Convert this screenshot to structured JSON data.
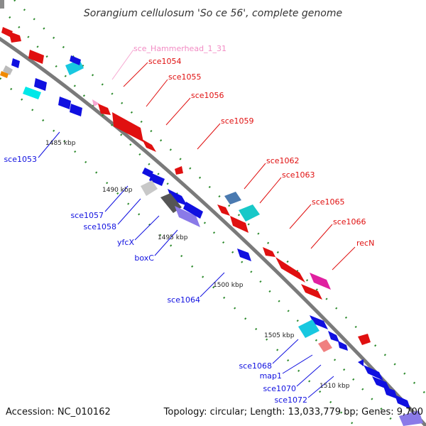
{
  "title": "Sorangium cellulosum 'So ce 56', complete genome",
  "labels_outer": [
    "sce_Hammerhead_1_31",
    "sce1054",
    "sce1055",
    "sce1056",
    "sce1059",
    "sce1062",
    "sce1063",
    "sce1065",
    "sce1066",
    "recN"
  ],
  "labels_inner": [
    "sce1053",
    "sce1057",
    "sce1058",
    "yfcX",
    "boxC",
    "sce1064",
    "sce1068",
    "map1",
    "sce1070",
    "sce1072"
  ],
  "ruler_labels": [
    "1485 kbp",
    "1490 kbp",
    "1495 kbp",
    "1500 kbp",
    "1505 kbp",
    "1510 kbp"
  ],
  "footer": {
    "accession": "Accession: NC_010162",
    "topology": "Topology: circular; Length: 13,033,779 bp; Genes: 9,700"
  },
  "colors": {
    "outer_label": "#e01010",
    "inner_label": "#1010e0",
    "hammerhead_label": "#f28cc4",
    "ruler": "#2e8b2e",
    "backbone": "#7a7a7a"
  }
}
